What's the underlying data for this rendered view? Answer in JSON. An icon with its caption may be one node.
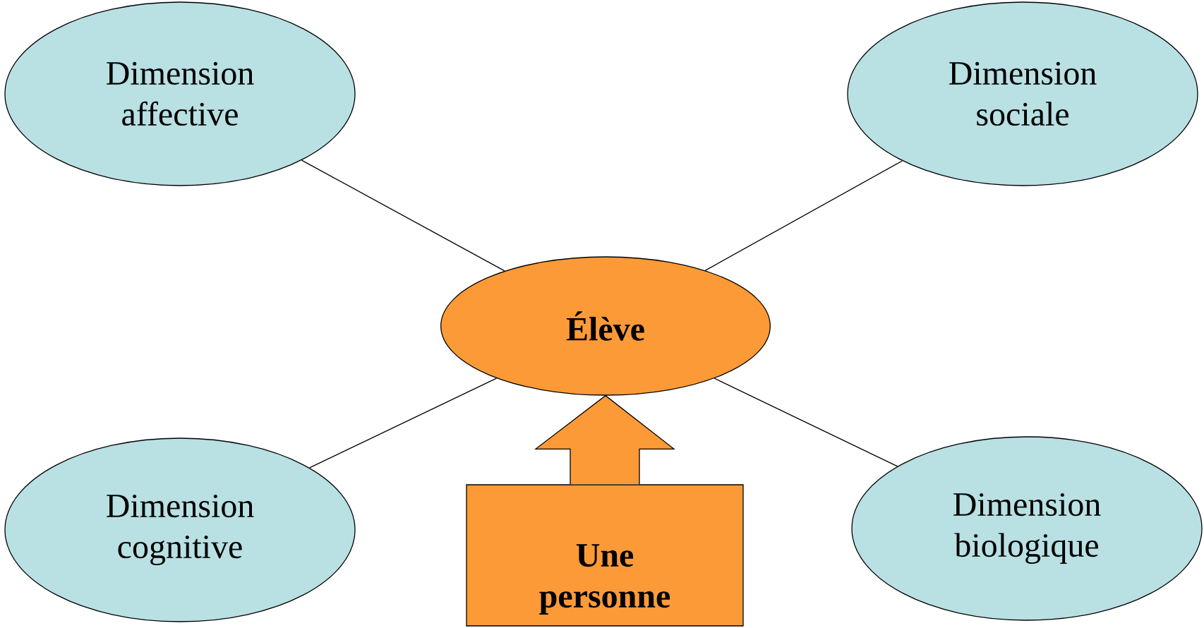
{
  "diagram": {
    "nodes": [
      {
        "text": [
          "Dimension affective"
        ]
      },
      {
        "text": [
          "Dimension sociale"
        ]
      },
      {
        "text": [
          "Élève"
        ]
      },
      {
        "text": [
          "Dimension cognitive"
        ]
      },
      {
        "text": [
          "Dimension biologique"
        ]
      },
      {
        "text": [
          "Une personne"
        ]
      }
    ],
    "edges": [
      {
        "from": 0,
        "to": 2,
        "arrow": "none"
      },
      {
        "from": 1,
        "to": 2,
        "arrow": "none"
      },
      {
        "from": 3,
        "to": 2,
        "arrow": "none"
      },
      {
        "from": 4,
        "to": 2,
        "arrow": "none"
      },
      {
        "from": 5,
        "to": 2,
        "arrow": "to",
        "style": "thick"
      }
    ]
  }
}
